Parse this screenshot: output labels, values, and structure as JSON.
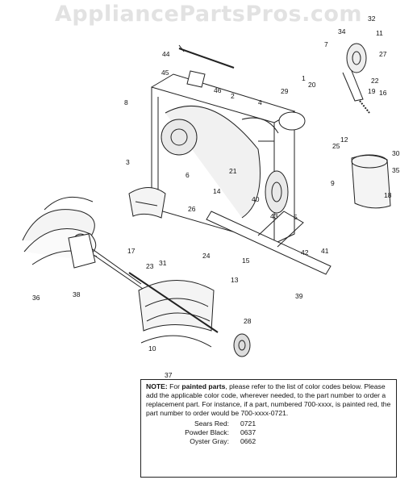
{
  "watermark": "AppliancePartsPros.com",
  "callouts": [
    "1",
    "2",
    "3",
    "4",
    "5",
    "6",
    "7",
    "8",
    "9",
    "10",
    "11",
    "12",
    "13",
    "14",
    "15",
    "16",
    "17",
    "18",
    "19",
    "20",
    "21",
    "22",
    "23",
    "24",
    "25",
    "26",
    "27",
    "28",
    "29",
    "30",
    "31",
    "32",
    "34",
    "35",
    "36",
    "37",
    "38",
    "39",
    "40",
    "41",
    "42",
    "43",
    "44",
    "45",
    "46"
  ],
  "note": {
    "lead": "NOTE:",
    "part1": " For ",
    "bold": "painted parts",
    "part2": ", please refer to the list of color codes below. Please add the applicable color code, wherever needed, to the part number to order a replacement part. For instance, if a part, numbered 700-xxxx, is painted red, the part number to order would be 700-xxxx-0721.",
    "colors": [
      {
        "name": "Sears Red:",
        "code": "0721"
      },
      {
        "name": "Powder Black:",
        "code": "0637"
      },
      {
        "name": "Oyster Gray:",
        "code": "0662"
      }
    ]
  }
}
